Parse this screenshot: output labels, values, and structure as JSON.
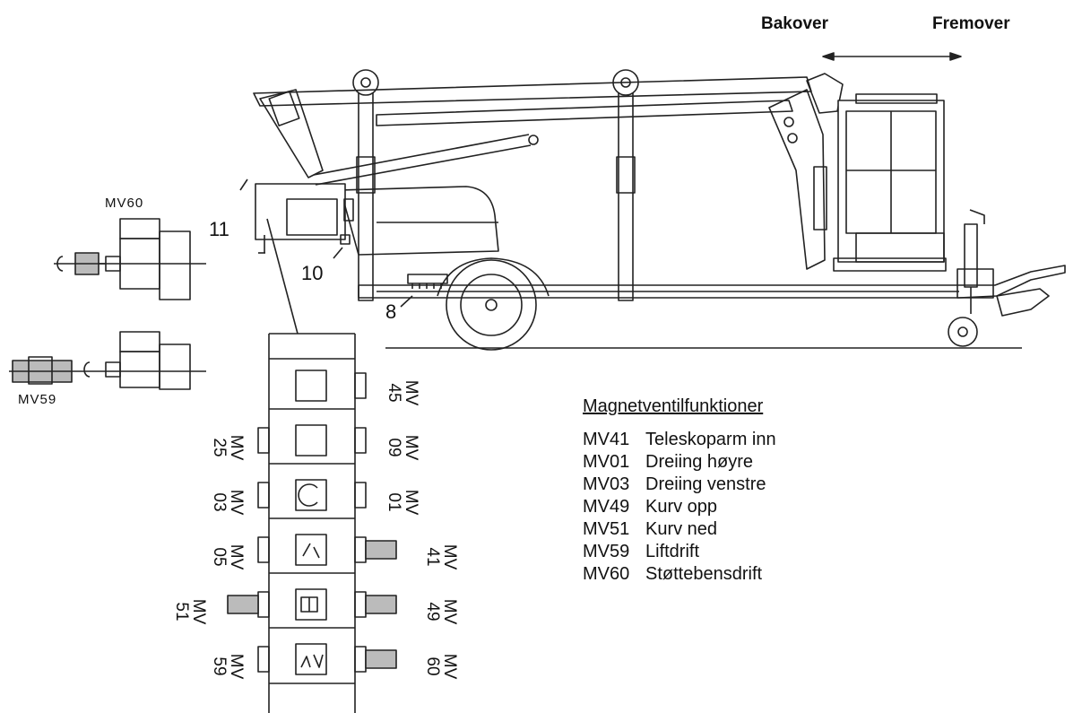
{
  "directions": {
    "back": "Bakover",
    "forward": "Fremover"
  },
  "callouts": {
    "c11": "11",
    "c10": "10",
    "c8": "8"
  },
  "detail_tags": {
    "top": "MV60",
    "bottom": "MV59"
  },
  "block_labels": {
    "r1_right": [
      "MV",
      "45"
    ],
    "r2_left": [
      "MV",
      "25"
    ],
    "r2_right": [
      "MV",
      "09"
    ],
    "r3_left": [
      "MV",
      "03"
    ],
    "r3_right": [
      "MV",
      "01"
    ],
    "r4_left": [
      "MV",
      "05"
    ],
    "r4_right": [
      "MV",
      "41"
    ],
    "r5_left": [
      "MV",
      "51"
    ],
    "r5_right": [
      "MV",
      "49"
    ],
    "r6_left": [
      "MV",
      "59"
    ],
    "r6_right": [
      "MV",
      "60"
    ]
  },
  "legend": {
    "title": "Magnetventilfunktioner",
    "items": [
      {
        "code": "MV41",
        "desc": "Teleskoparm inn"
      },
      {
        "code": "MV01",
        "desc": "Dreiing høyre"
      },
      {
        "code": "MV03",
        "desc": "Dreiing venstre"
      },
      {
        "code": "MV49",
        "desc": "Kurv opp"
      },
      {
        "code": "MV51",
        "desc": "Kurv ned"
      },
      {
        "code": "MV59",
        "desc": "Liftdrift"
      },
      {
        "code": "MV60",
        "desc": "Støttebensdrift"
      }
    ]
  }
}
